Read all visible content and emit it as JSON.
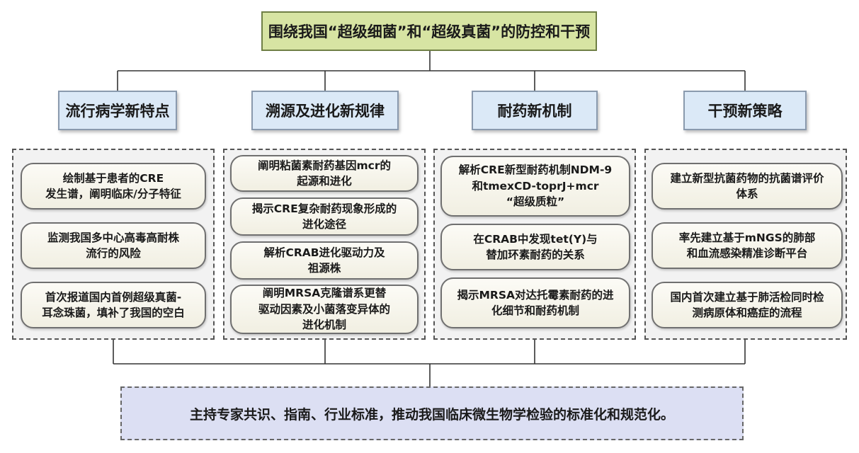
{
  "title": "围绕我国“超级细菌”和“超级真菌”的防控和干预",
  "columns": [
    {
      "header": "流行病学新特点",
      "items": [
        "绘制基于患者的CRE\n发生谱，阐明临床/分子特征",
        "监测我国多中心高毒高耐株\n流行的风险",
        "首次报道国内首例超级真菌-\n耳念珠菌，填补了我国的空白"
      ]
    },
    {
      "header": "溯源及进化新规律",
      "items": [
        "阐明粘菌素耐药基因mcr的\n起源和进化",
        "揭示CRE复杂耐药现象形成的\n进化途径",
        "解析CRAB进化驱动力及\n祖源株",
        "阐明MRSA克隆谱系更替\n驱动因素及小菌落变异体的\n进化机制"
      ]
    },
    {
      "header": "耐药新机制",
      "items": [
        "解析CRE新型耐药机制NDM-9\n和tmexCD-toprJ+mcr\n“超级质粒”",
        "在CRAB中发现tet(Y)与\n替加环素耐药的关系",
        "揭示MRSA对达托霉素耐药的进\n化细节和耐药机制"
      ]
    },
    {
      "header": "干预新策略",
      "items": [
        "建立新型抗菌药物的抗菌谱评价\n体系",
        "率先建立基于mNGS的肺部\n和血流感染精准诊断平台",
        "国内首次建立基于肺活检同时检\n测病原体和癌症的流程"
      ]
    }
  ],
  "bottom": "主持专家共识、指南、行业标准，推动我国临床微生物学检验的标准化和规范化。"
}
